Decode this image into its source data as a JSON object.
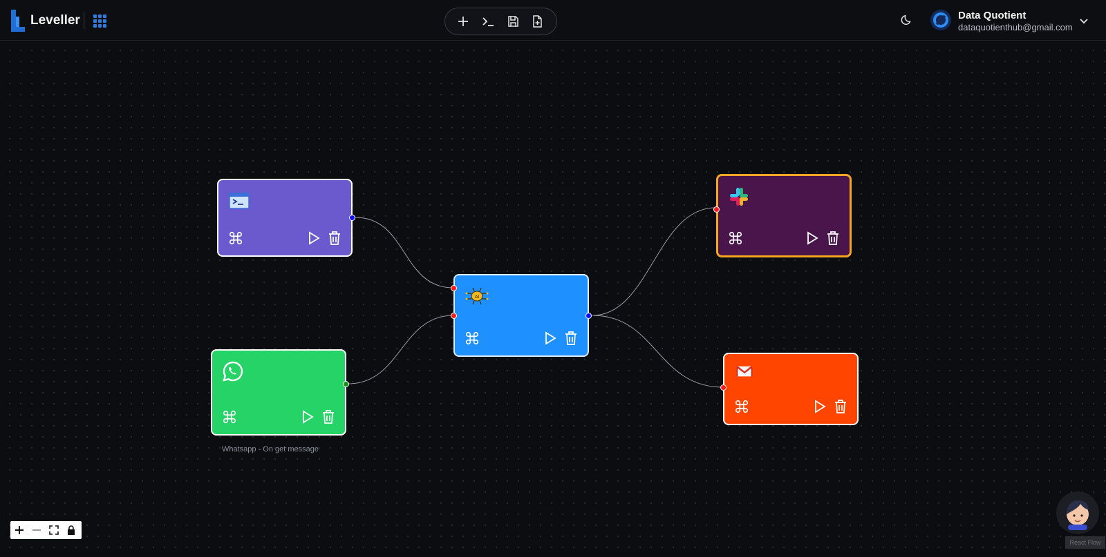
{
  "app": {
    "title": "Leveller"
  },
  "toolbar": {
    "buttons": [
      {
        "icon": "plus-icon",
        "label": "add"
      },
      {
        "icon": "terminal-icon",
        "label": "terminal"
      },
      {
        "icon": "save-icon",
        "label": "save"
      },
      {
        "icon": "file-plus-icon",
        "label": "new file"
      }
    ]
  },
  "user": {
    "name": "Data Quotient",
    "email": "dataquotienthub@gmail.com"
  },
  "nodes": [
    {
      "id": "terminal",
      "icon": "terminal-icon",
      "color": "#6a5acd",
      "border": "#ffffff"
    },
    {
      "id": "whatsapp",
      "icon": "whatsapp-icon",
      "color": "#25d366",
      "border": "#ffffff",
      "label": "Whatsapp - On get message"
    },
    {
      "id": "ai",
      "icon": "ai-brain-icon",
      "color": "#1e90ff",
      "border": "#ffffff"
    },
    {
      "id": "slack",
      "icon": "slack-icon",
      "color": "#4a154b",
      "border": "#f5a623"
    },
    {
      "id": "gmail",
      "icon": "gmail-icon",
      "color": "#ff4500",
      "border": "#ffffff"
    }
  ],
  "colors": {
    "accent": "#2f7de1",
    "handle_out": "#1010ff",
    "handle_in": "#ff1a1a",
    "handle_green": "#1a8f1a"
  },
  "attribution": "React Flow"
}
